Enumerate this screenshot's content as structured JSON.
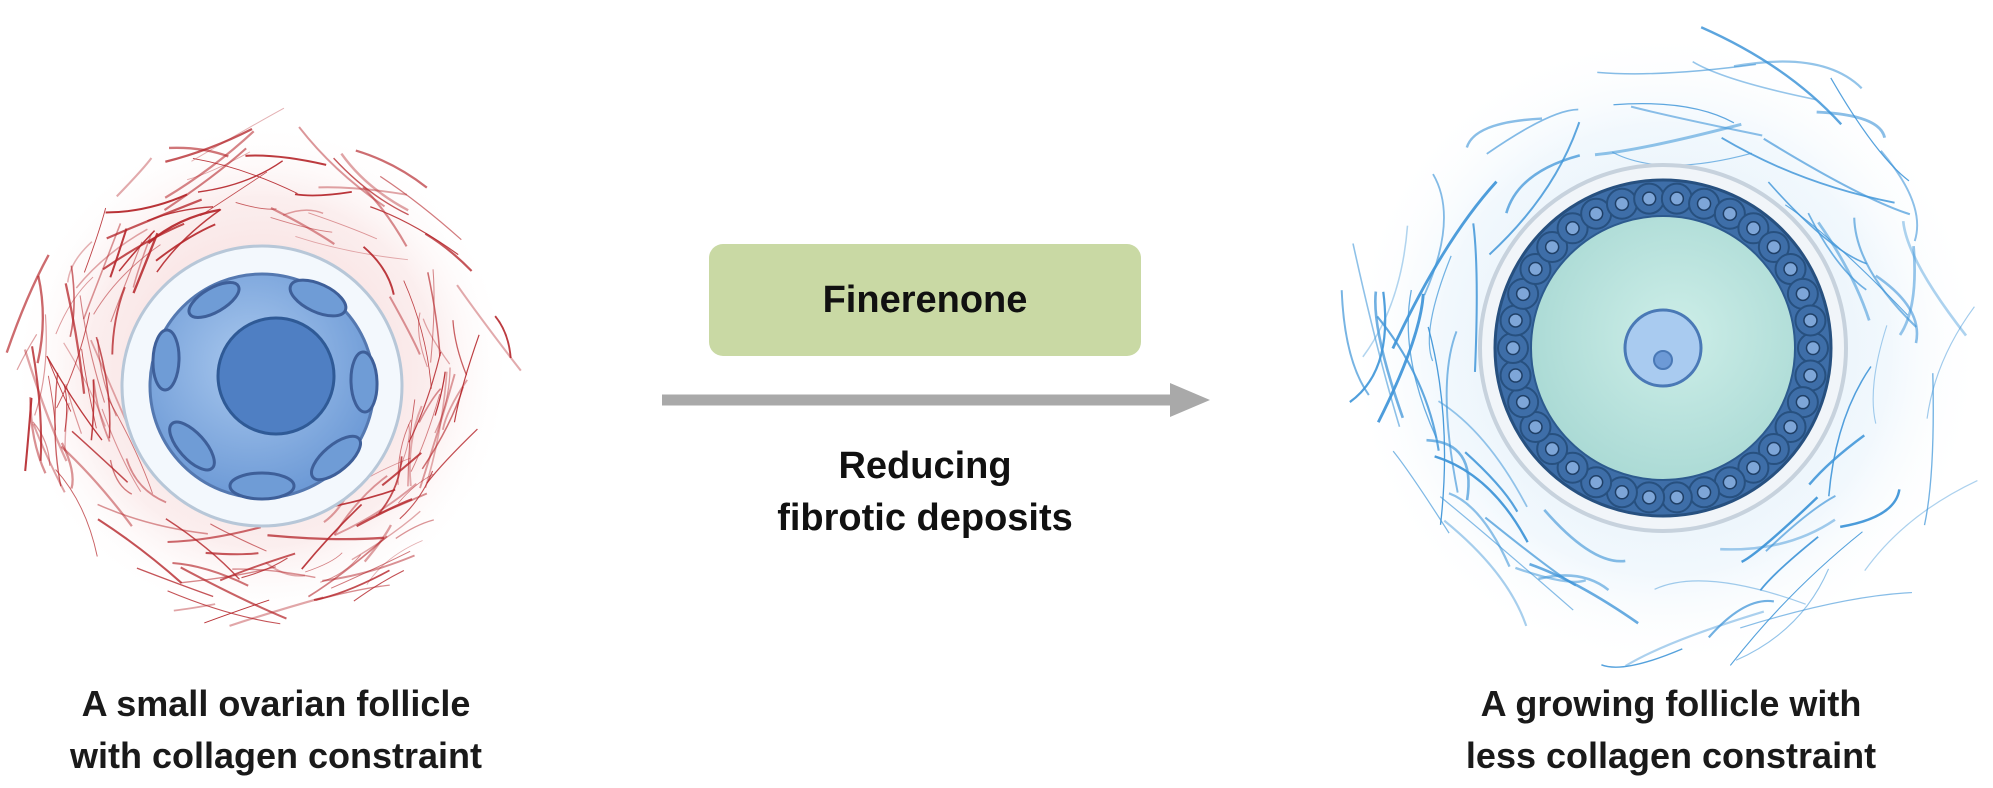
{
  "diagram": {
    "left_caption": [
      "A small ovarian follicle",
      "with collagen constraint"
    ],
    "right_caption": [
      "A growing follicle with",
      "less collagen constraint"
    ],
    "treatment_label": "Finerenone",
    "effect_label": [
      "Reducing",
      "fibrotic deposits"
    ],
    "colors": {
      "collagen_dense": "#b5262b",
      "collagen_loose": "#3f95d8",
      "treatment_box": "#c9d9a4",
      "arrow": "#a9a9a9",
      "granulosa_cells": "#3e6ea8",
      "oocyte": "#5d8fd0",
      "antrum": "#bfe7df"
    },
    "icons": [
      "dense-collagen-fibers",
      "small-follicle",
      "arrow-right",
      "loose-collagen-fibers",
      "growing-follicle"
    ]
  }
}
